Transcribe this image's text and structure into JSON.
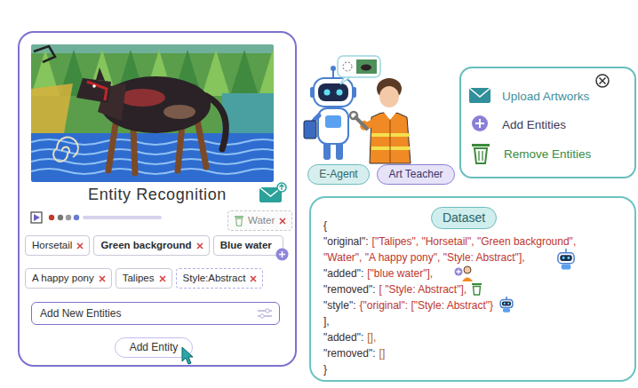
{
  "diagram": {
    "nodes": [
      {
        "text": [
          "Entity Recognition"
        ]
      },
      {
        "text": [
          "Water"
        ],
        "in": 0
      },
      {
        "text": [
          "Horsetail"
        ],
        "in": 0
      },
      {
        "text": [
          "Green background"
        ],
        "in": 0
      },
      {
        "text": [
          "Blue water"
        ],
        "in": 0
      },
      {
        "text": [
          "A happy pony"
        ],
        "in": 0
      },
      {
        "text": [
          "Talipes"
        ],
        "in": 0
      },
      {
        "text": [
          "Style:Abstract"
        ],
        "in": 0
      },
      {
        "text": [
          "Add New Entities"
        ],
        "in": 0
      },
      {
        "text": [
          "Add Entity"
        ],
        "in": 0
      },
      {
        "text": [
          "E-Agent"
        ]
      },
      {
        "text": [
          "Art Teacher"
        ]
      },
      {
        "text": [
          "Upload Artworks",
          "Add Entities",
          "Remove Entities"
        ]
      },
      {
        "text": [
          "{",
          "\"original\":",
          "[\"Talipes\", \"Horsetail\", \"Green background\",",
          "\"Water\", \"A happy pony\", \"Style: Abstract\"],",
          "\"added\":",
          "[\"blue water\"],",
          "\"removed\":",
          "[ \"Style: Abstract\"],",
          "\"style\":",
          "{\"original\": [\"Style: Abstract\"}",
          "],",
          "\"added\":",
          "[],",
          "\"removed\":",
          "[]",
          "}"
        ]
      },
      {
        "text": [
          "Dataset"
        ],
        "in": 13
      }
    ]
  }
}
